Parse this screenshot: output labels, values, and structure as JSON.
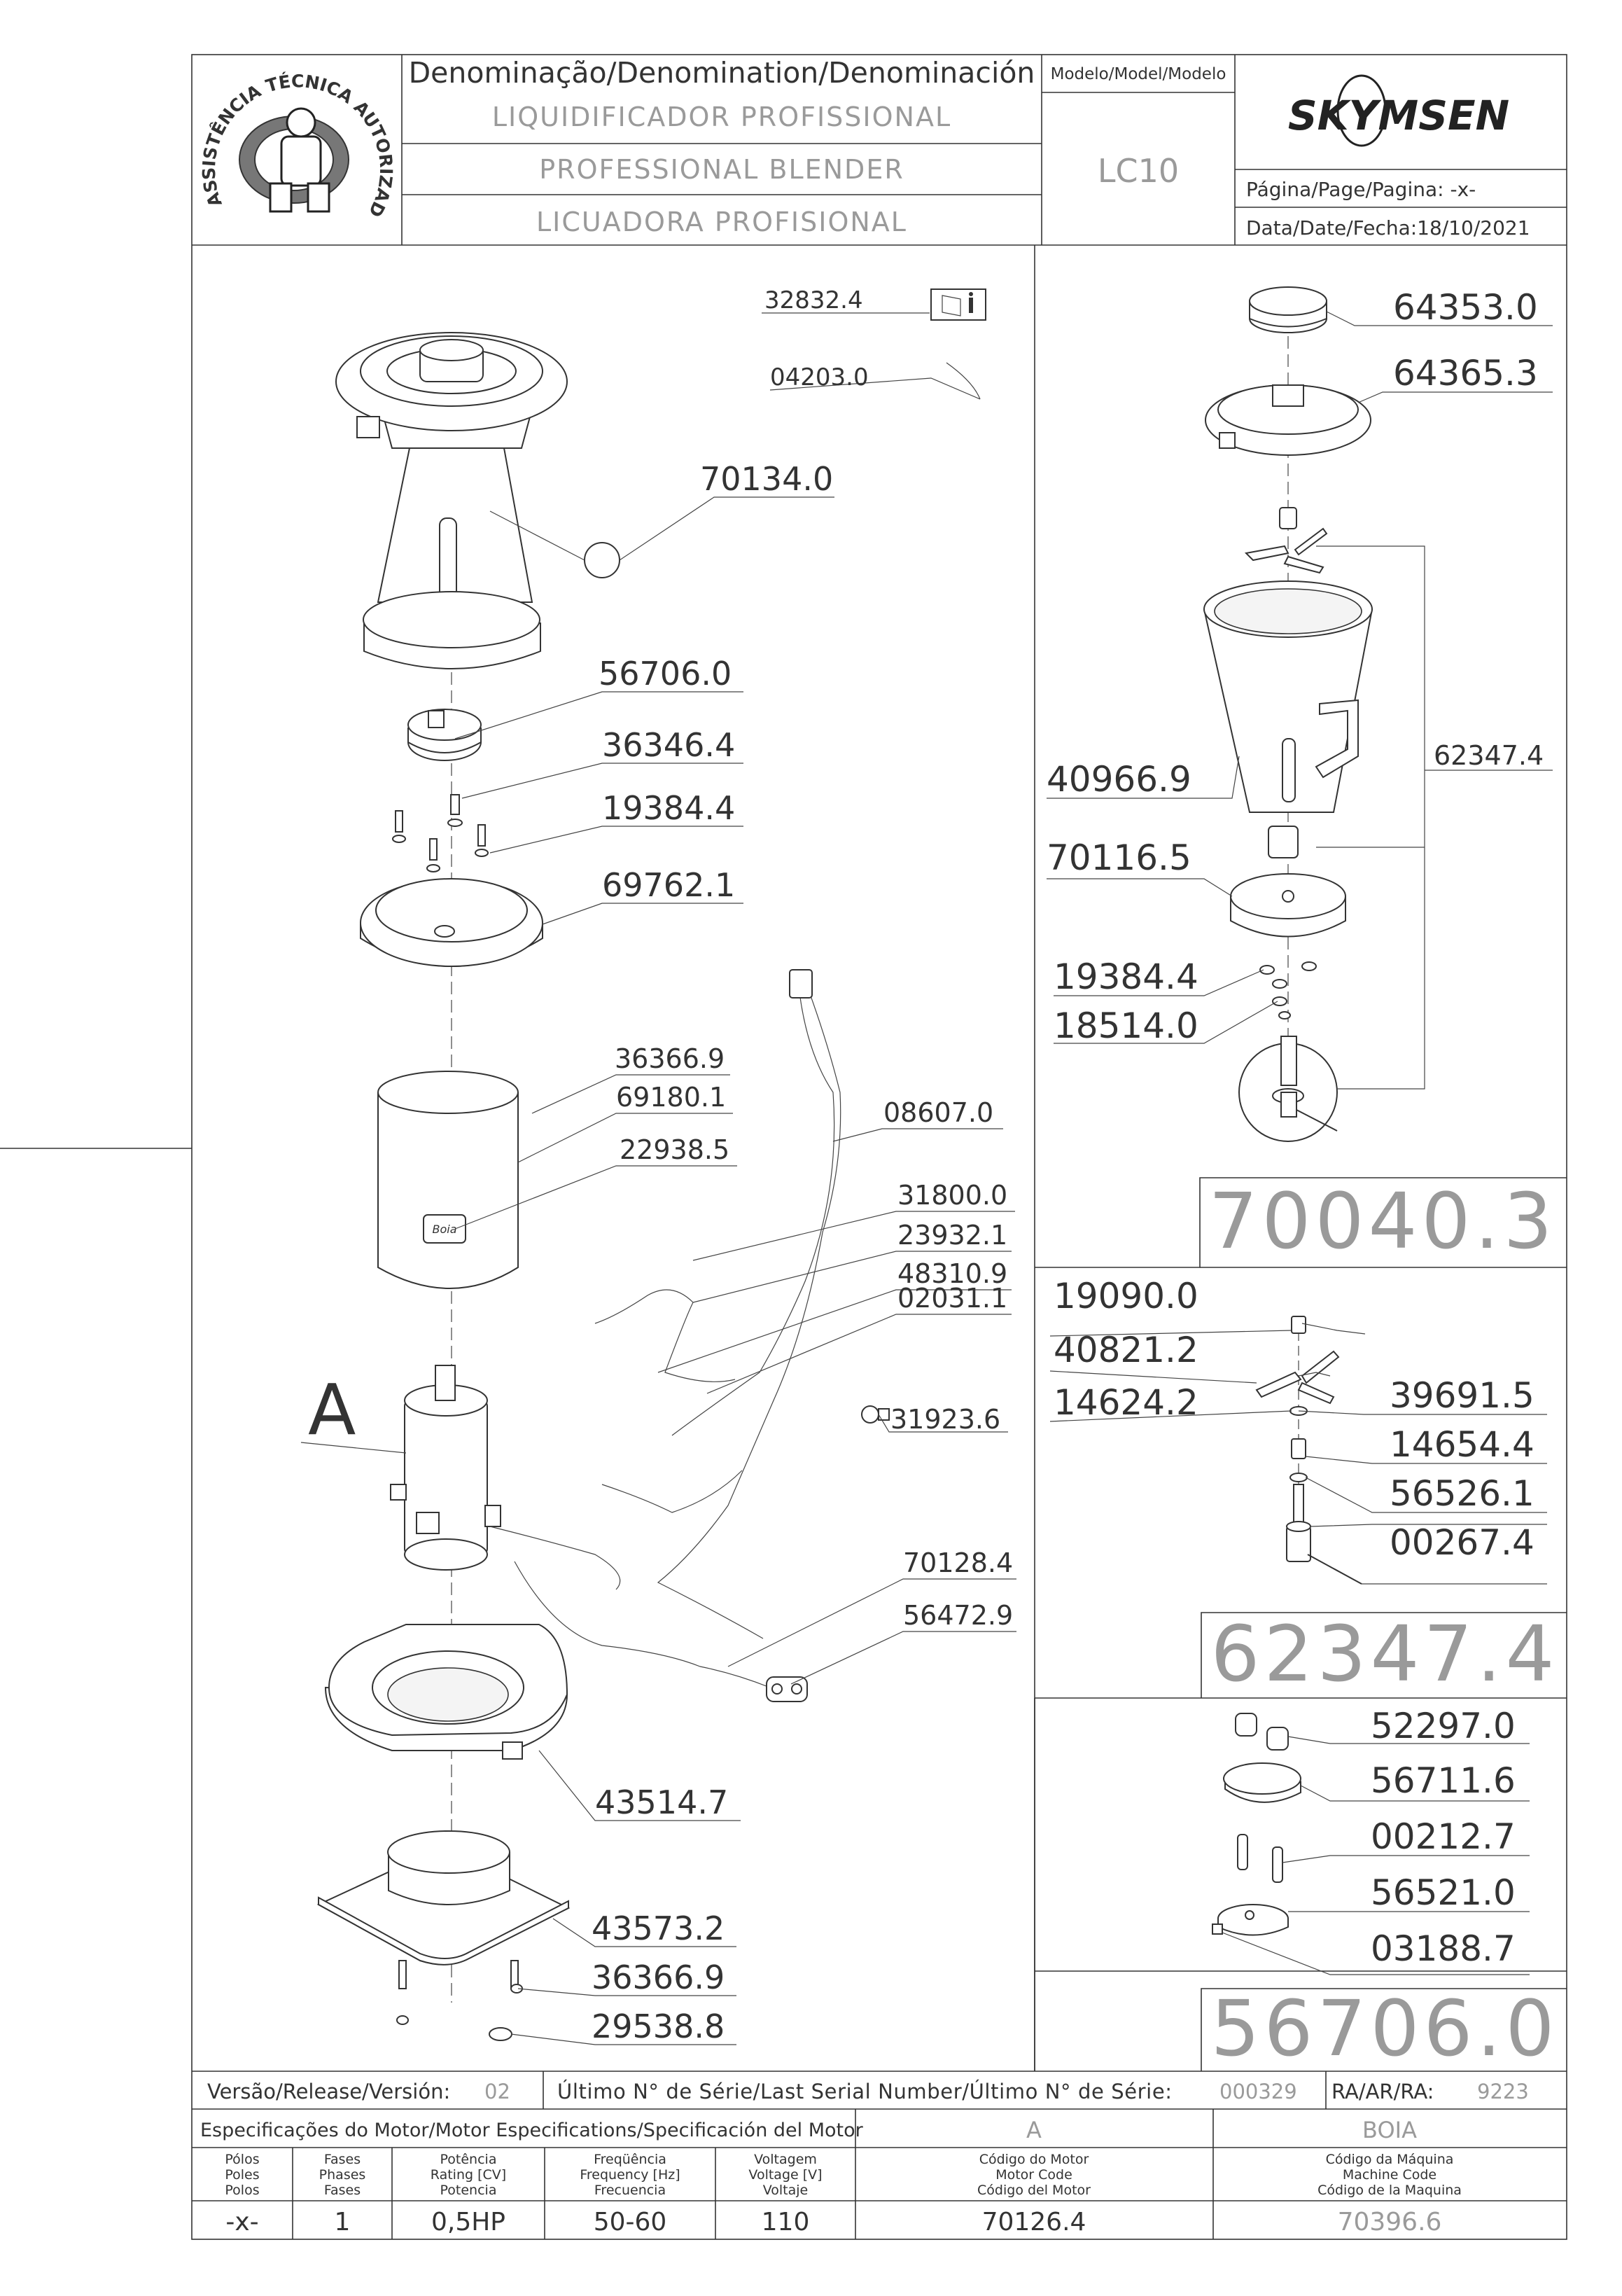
{
  "header": {
    "denomination_label": "Denominação/Denomination/Denominación",
    "name_pt": "LIQUIDIFICADOR PROFISSIONAL",
    "name_en": "PROFESSIONAL BLENDER",
    "name_es": "LICUADORA PROFISIONAL",
    "model_label": "Modelo/Model/Modelo",
    "model_value": "LC10",
    "brand": "SKYMSEN",
    "page_label": "Página/Page/Pagina: -x-",
    "date_label": "Data/Date/Fecha:18/10/2021",
    "seal_text": "ASSISTÊNCIA TÉCNICA AUTORIZADA"
  },
  "main_parts": {
    "p32832": "32832.4",
    "p04203": "04203.0",
    "p70134": "70134.0",
    "p56706": "56706.0",
    "p36346": "36346.4",
    "p19384": "19384.4",
    "p69762": "69762.1",
    "p36366a": "36366.9",
    "p69180": "69180.1",
    "p22938": "22938.5",
    "p08607": "08607.0",
    "p31800": "31800.0",
    "p23932": "23932.1",
    "p48310": "48310.9",
    "p02031": "02031.1",
    "p31923": "31923.6",
    "motor_ref": "A",
    "p70128": "70128.4",
    "p56472": "56472.9",
    "p43514": "43514.7",
    "p43573": "43573.2",
    "p36366b": "36366.9",
    "p29538": "29538.8",
    "logo_plate": "Boia"
  },
  "kit_70040": {
    "title": "70040.3",
    "p64353": "64353.0",
    "p64365": "64365.3",
    "p40966": "40966.9",
    "p62347": "62347.4",
    "p70116": "70116.5",
    "p19384": "19384.4",
    "p18514": "18514.0"
  },
  "kit_62347": {
    "title": "62347.4",
    "p19090": "19090.0",
    "p40821": "40821.2",
    "p14624": "14624.2",
    "p39691": "39691.5",
    "p14654": "14654.4",
    "p56526": "56526.1",
    "p00267": "00267.4"
  },
  "kit_56706": {
    "title": "56706.0",
    "p52297": "52297.0",
    "p56711": "56711.6",
    "p00212": "00212.7",
    "p56521": "56521.0",
    "p03188": "03188.7"
  },
  "footer": {
    "version_label": "Versão/Release/Versión:",
    "version_value": "02",
    "serial_label": "Último N° de Série/Last Serial Number/Último N° de Série:",
    "serial_value": "000329",
    "ra_label": "RA/AR/RA:",
    "ra_value": "9223",
    "motor_spec_label": "Especificações do Motor/Motor Especifications/Specificación del Motor",
    "motor_letter": "A",
    "machine_name": "BOIA",
    "col_poles": [
      "Pólos",
      "Poles",
      "Polos"
    ],
    "col_phases": [
      "Fases",
      "Phases",
      "Fases"
    ],
    "col_power": [
      "Potência",
      "Rating [CV]",
      "Potencia"
    ],
    "col_freq": [
      "Freqüência",
      "Frequency [Hz]",
      "Frecuencia"
    ],
    "col_voltage": [
      "Voltagem",
      "Voltage [V]",
      "Voltaje"
    ],
    "col_motor_code": [
      "Código do Motor",
      "Motor Code",
      "Código del Motor"
    ],
    "col_machine_code": [
      "Código da Máquina",
      "Machine Code",
      "Código de la Maquina"
    ],
    "val_poles": "-x-",
    "val_phases": "1",
    "val_power": "0,5HP",
    "val_freq": "50-60",
    "val_voltage": "110",
    "val_motor_code": "70126.4",
    "val_machine_code": "70396.6"
  }
}
